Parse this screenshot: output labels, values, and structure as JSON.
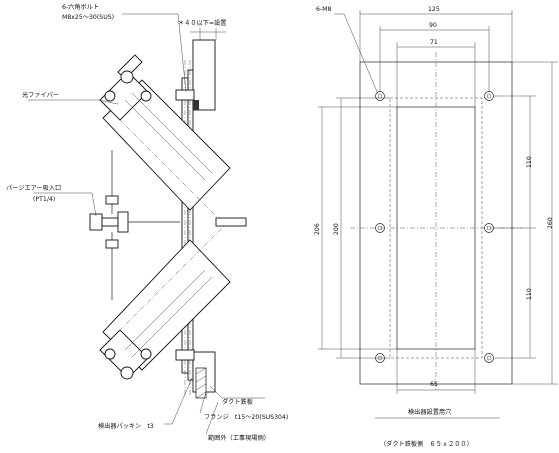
{
  "left_view": {
    "bolt_label": "6-六角ボルト",
    "bolt_spec": "M8x25～30(SUS)",
    "gap_note": "＊４０以下=設置",
    "fiber_label": "光ファイバー",
    "purge_label": "パージエアー吸入口",
    "purge_spec": "(PT1/4)",
    "duct_plate_label": "ダクト鉄板",
    "flange_label": "フランジ　t15～20(SUS304)",
    "packing_label": "検出器パッキン　t3",
    "out_of_scope_label": "範囲外（工事現場側）"
  },
  "right_view": {
    "hole_label": "6-M8",
    "dim_width_outer": "125",
    "dim_width_mid": "90",
    "dim_width_inner": "71",
    "dim_height_206": "206",
    "dim_height_200": "200",
    "dim_height_260": "260",
    "dim_pitch_top": "110",
    "dim_pitch_bottom": "110",
    "dim_bottom_65": "65",
    "caption_title": "検出器設置用穴",
    "caption_sub": "（ダクト鉄板側　６５ｘ２００）"
  }
}
